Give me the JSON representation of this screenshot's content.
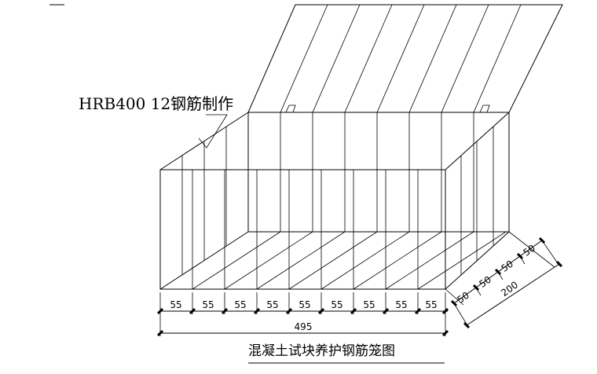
{
  "label": "HRB400 12钢筋制作",
  "title": "混凝土试块养护钢筋笼图",
  "length_spacing": [
    "55",
    "55",
    "55",
    "55",
    "55",
    "55",
    "55",
    "55",
    "55"
  ],
  "length_total": "495",
  "depth_spacing": [
    "50",
    "50",
    "50",
    "50"
  ],
  "depth_total": "200"
}
